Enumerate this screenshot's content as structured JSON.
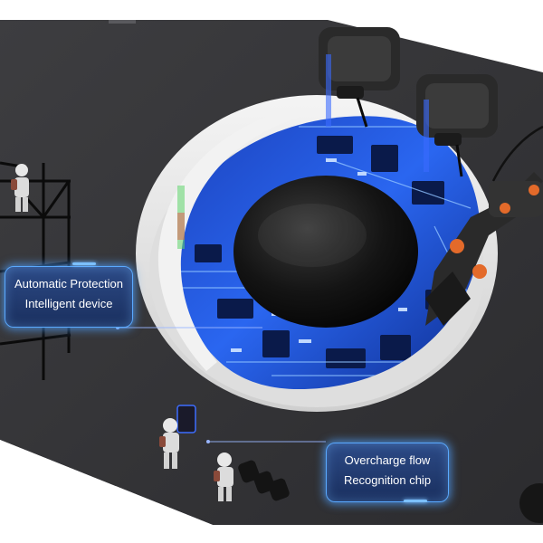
{
  "callouts": {
    "protection": {
      "line1": "Automatic Protection",
      "line2": "Intelligent device"
    },
    "chip": {
      "line1": "Overcharge flow",
      "line2": "Recognition chip"
    }
  },
  "colors": {
    "table": "#3a3a3c",
    "board": "#1f4fd6",
    "glow": "#5aa9ff",
    "disc": "#141414"
  }
}
